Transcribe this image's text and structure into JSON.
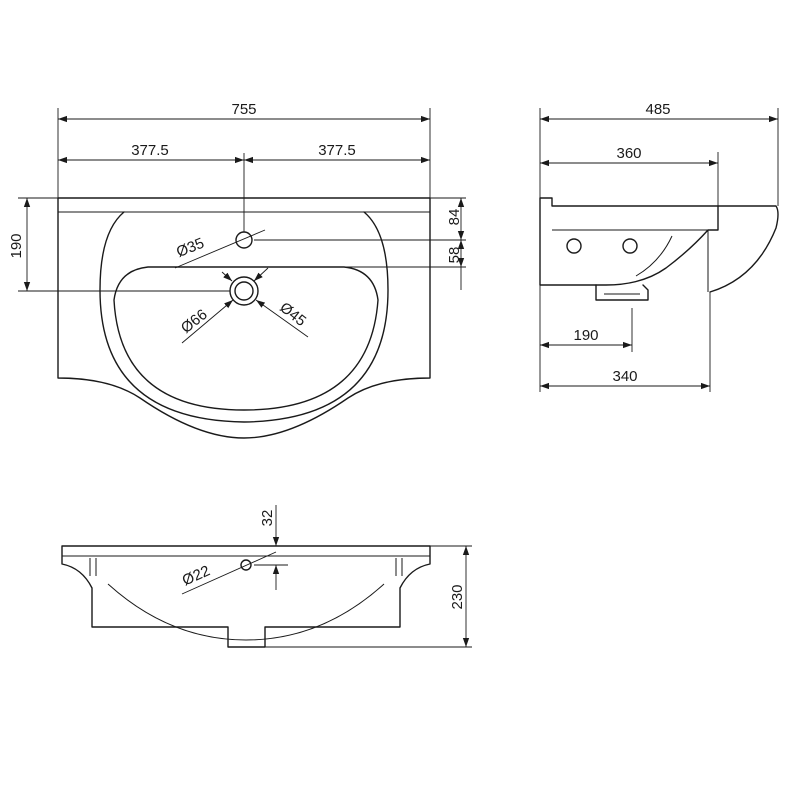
{
  "top_view": {
    "overall_width": "755",
    "half_left": "377.5",
    "half_right": "377.5",
    "depth": "190",
    "tap_offset": "84",
    "waste_offset": "58",
    "tap_hole": "Ø35",
    "waste_outer": "Ø66",
    "waste_inner": "Ø45"
  },
  "side_view": {
    "overall_depth": "485",
    "top_depth": "360",
    "waste_position": "190",
    "bowl_depth": "340"
  },
  "front_view": {
    "rim": "32",
    "overflow": "Ø22",
    "height": "230"
  },
  "colors": {
    "stroke": "#1a1a1a",
    "background": "#ffffff"
  }
}
